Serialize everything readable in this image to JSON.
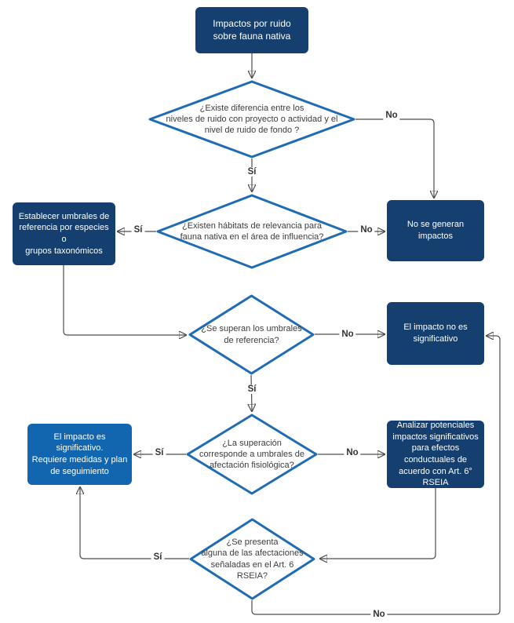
{
  "diagram_title": "Impactos por ruido sobre fauna nativa",
  "edge_labels": {
    "yes": "Sí",
    "no": "No"
  },
  "colors": {
    "box_dark": "#153f6e",
    "box_highlight": "#1266b0",
    "diamond_border": "#1f6cb5",
    "diamond_fill": "#ffffff",
    "edge_line": "#4d4d4d",
    "text_on_box": "#ffffff",
    "diamond_text": "#3c3c3c",
    "background": "#ffffff"
  },
  "nodes": {
    "start": {
      "type": "start",
      "label": "Impactos por ruido\nsobre fauna nativa"
    },
    "d1": {
      "type": "decision",
      "label": "¿Existe diferencia entre los\nniveles de ruido con proyecto o actividad y el\nnivel de ruido de fondo ?"
    },
    "d2": {
      "type": "decision",
      "label": "¿Existen hábitats de relevancia para\nfauna nativa en el área de influencia?"
    },
    "establecer": {
      "type": "process",
      "label": "Establecer umbrales de\nreferencia por especies o\ngrupos taxonómicos"
    },
    "no_impactos": {
      "type": "terminal",
      "label": "No se generan\nimpactos"
    },
    "d3": {
      "type": "decision",
      "label": "¿Se superan los umbrales\nde referencia?"
    },
    "no_significativo": {
      "type": "terminal",
      "label": "El impacto no es\nsignificativo"
    },
    "d4": {
      "type": "decision",
      "label": "¿La superación\ncorresponde a umbrales de\nafectación fisiológica?"
    },
    "significativo": {
      "type": "terminal",
      "label": "El impacto es significativo.\nRequiere medidas y plan\nde seguimiento"
    },
    "analizar": {
      "type": "process",
      "label": "Analizar potenciales\nimpactos significativos\npara efectos\nconductuales de\nacuerdo con Art. 6°\nRSEIA"
    },
    "d5": {
      "type": "decision",
      "label": "¿Se presenta\nalguna de las afectaciones\nseñaladas en el Art. 6\nRSEIA?"
    }
  },
  "edges": [
    {
      "from": "start",
      "to": "d1",
      "label": ""
    },
    {
      "from": "d1",
      "to": "no_impactos",
      "label": "No"
    },
    {
      "from": "d1",
      "to": "d2",
      "label": "Sí"
    },
    {
      "from": "d2",
      "to": "establecer",
      "label": "Sí"
    },
    {
      "from": "d2",
      "to": "no_impactos",
      "label": "No"
    },
    {
      "from": "establecer",
      "to": "d3",
      "label": ""
    },
    {
      "from": "d3",
      "to": "no_significativo",
      "label": "No"
    },
    {
      "from": "d3",
      "to": "d4",
      "label": "Sí"
    },
    {
      "from": "d4",
      "to": "significativo",
      "label": "Sí"
    },
    {
      "from": "d4",
      "to": "analizar",
      "label": "No"
    },
    {
      "from": "analizar",
      "to": "d5",
      "label": ""
    },
    {
      "from": "d5",
      "to": "significativo",
      "label": "Sí"
    },
    {
      "from": "d5",
      "to": "no_significativo",
      "label": "No"
    }
  ]
}
